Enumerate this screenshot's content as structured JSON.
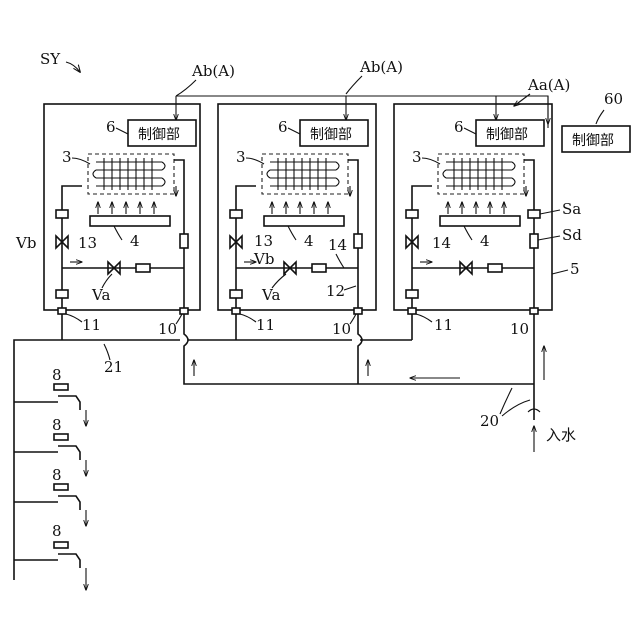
{
  "labels": {
    "system": "SY",
    "unit_left": "Ab(A)",
    "unit_middle": "Ab(A)",
    "unit_right": "Aa(A)",
    "external_controller_ref": "60",
    "controller_text": "制御部",
    "controller_ref": "6",
    "heat_exchanger_ref": "3",
    "burner_ref": "4",
    "housing_ref": "5",
    "tap_ref": "8",
    "inlet_ref": "10",
    "outlet_ref": "11",
    "bypass_ref": "12",
    "bypass_valve_ref": "13",
    "bypass_pipe_ref": "14",
    "supply_pipe_ref": "20",
    "hot_pipe_ref": "21",
    "valve_a": "Va",
    "valve_b": "Vb",
    "sensor_a": "Sa",
    "sensor_d": "Sd",
    "water_in": "入水"
  }
}
